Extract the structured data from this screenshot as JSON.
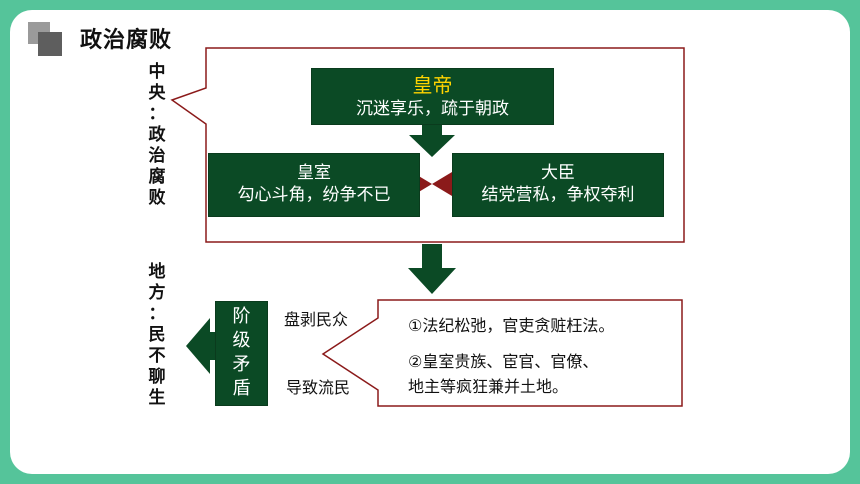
{
  "title": "政治腐败",
  "central_label": [
    "中",
    "央",
    "：",
    "政",
    "治",
    "腐",
    "败"
  ],
  "local_label": [
    "地",
    "方",
    "：",
    "民",
    "不",
    "聊",
    "生"
  ],
  "emperor": {
    "title": "皇帝",
    "desc": "沉迷享乐，疏于朝政"
  },
  "royal": {
    "title": "皇室",
    "desc": "勾心斗角，纷争不已"
  },
  "ministers": {
    "title": "大臣",
    "desc": "结党营私，争权夺利"
  },
  "conflict": [
    "阶",
    "级",
    "矛",
    "盾"
  ],
  "arrow_labels": {
    "top": "盘剥民众",
    "bottom": "导致流民"
  },
  "local_points": [
    "①法纪松弛，官吏贪赃枉法。",
    "②皇室贵族、宦官、官僚、",
    "地主等疯狂兼并土地。"
  ],
  "colors": {
    "box": "#0b4a25",
    "border": "#8b1a1a",
    "emperor_title": "#ffd400",
    "frame": "#55c49a"
  }
}
